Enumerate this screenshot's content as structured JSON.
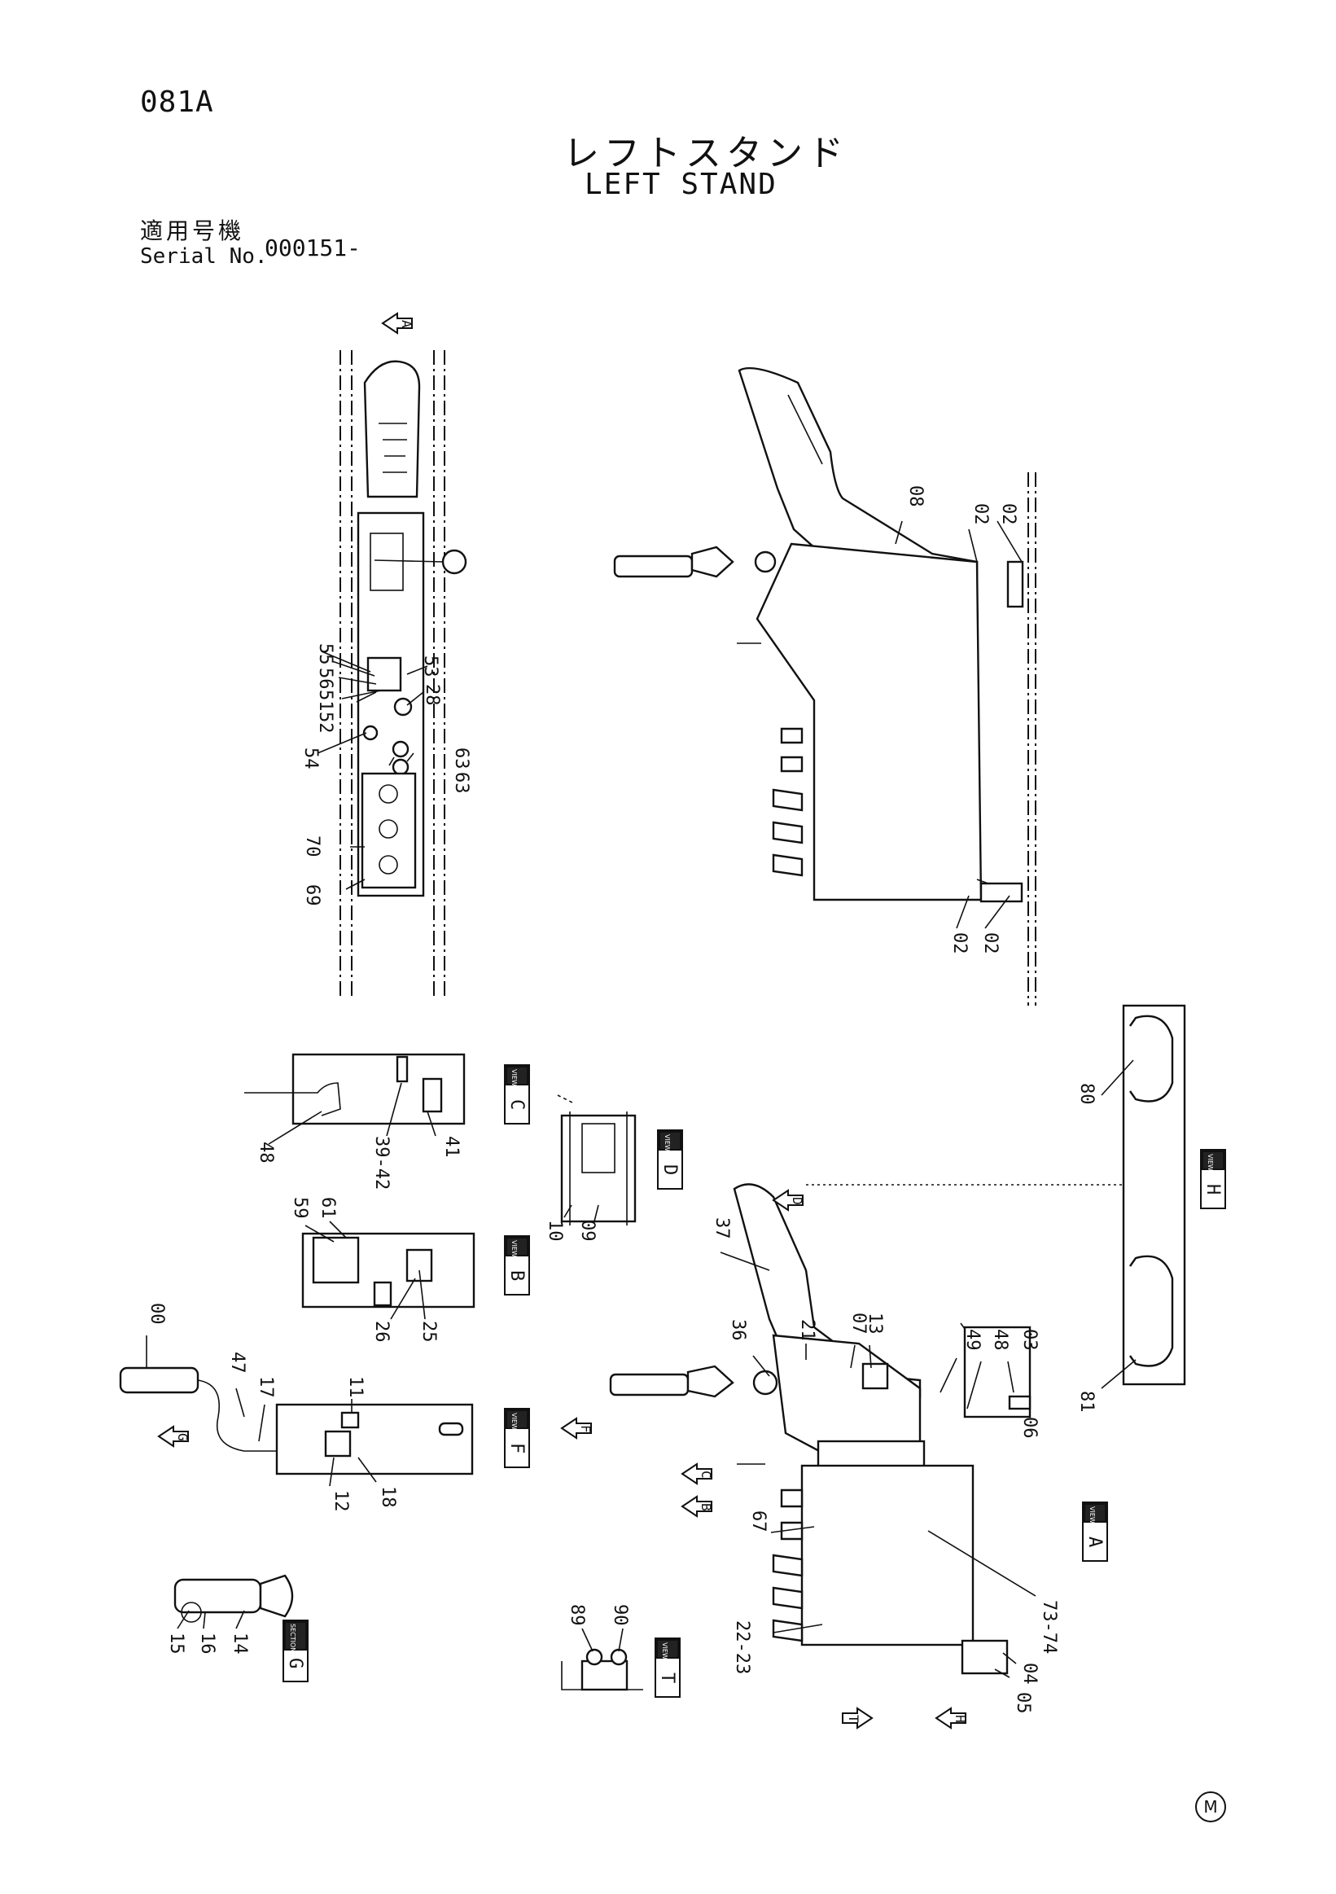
{
  "header": {
    "page_code": "081A",
    "title_ja": "レフトスタンド",
    "title_en": "LEFT STAND",
    "serial_label_ja": "適用号機",
    "serial_label_en": "Serial No.",
    "serial_value": "000151-"
  },
  "callouts": {
    "top_view": [
      "55",
      "56",
      "51",
      "52",
      "53",
      "28",
      "54",
      "63",
      "63",
      "70",
      "69"
    ],
    "side_view": [
      "08",
      "02",
      "02",
      "02",
      "02"
    ],
    "view_c": [
      "48",
      "39-42",
      "41"
    ],
    "view_b": [
      "59",
      "61",
      "26",
      "25"
    ],
    "view_d": [
      "10",
      "09"
    ],
    "view_h": [
      "80",
      "81"
    ],
    "view_f": [
      "00",
      "47",
      "17",
      "11",
      "12",
      "18"
    ],
    "view_g": [
      "15",
      "16",
      "14"
    ],
    "main_assembly": [
      "37",
      "21",
      "36",
      "07",
      "13",
      "49",
      "48",
      "03",
      "06",
      "67",
      "73-74",
      "22-23",
      "04",
      "05"
    ],
    "view_t": [
      "89",
      "90"
    ]
  },
  "view_tags": {
    "word": "VIEW",
    "section_word": "SECTION",
    "c": "C",
    "b": "B",
    "d": "D",
    "h": "H",
    "f": "F",
    "a": "A",
    "g": "G",
    "t": "T"
  },
  "arrows": {
    "a_top": "A",
    "d": "D",
    "g": "G",
    "f": "F",
    "c": "C",
    "b": "B",
    "t": "T",
    "h": "H"
  },
  "logo": {
    "text": "M"
  }
}
